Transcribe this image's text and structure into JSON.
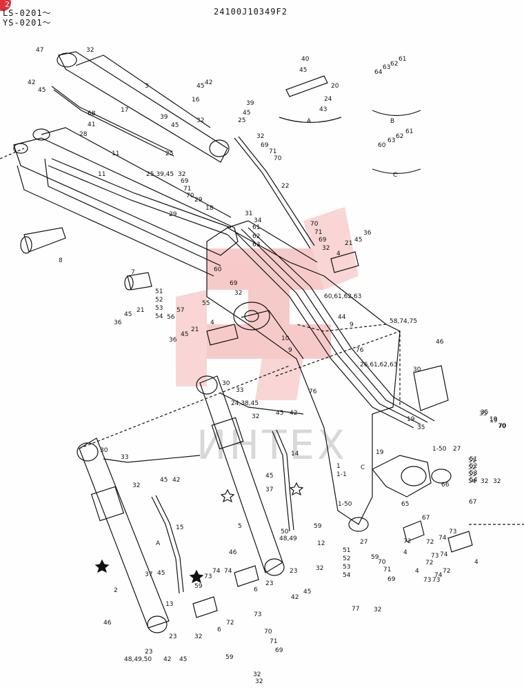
{
  "page_number": "2",
  "serial_line_1": "LS-0201～",
  "serial_line_2": "YS-0201～",
  "drawing_number": "24100J10349F2",
  "watermark": "ИНТЕХ",
  "callouts": {
    "A": "A",
    "B": "B",
    "C": "C"
  },
  "labels": [
    {
      "id": "l47",
      "t": "47"
    },
    {
      "id": "l32a",
      "t": "32"
    },
    {
      "id": "l42a",
      "t": "42"
    },
    {
      "id": "l45a",
      "t": "45"
    },
    {
      "id": "l3",
      "t": "3"
    },
    {
      "id": "l68",
      "t": "68"
    },
    {
      "id": "l41",
      "t": "41"
    },
    {
      "id": "l28",
      "t": "28"
    },
    {
      "id": "l17",
      "t": "17"
    },
    {
      "id": "l39a",
      "t": "39"
    },
    {
      "id": "l45b",
      "t": "45"
    },
    {
      "id": "l16",
      "t": "16"
    },
    {
      "id": "l45c",
      "t": "45"
    },
    {
      "id": "l42b",
      "t": "42"
    },
    {
      "id": "l39b",
      "t": "39"
    },
    {
      "id": "l45d",
      "t": "45"
    },
    {
      "id": "l25a",
      "t": "25"
    },
    {
      "id": "l32b",
      "t": "32"
    },
    {
      "id": "l25b",
      "t": "25"
    },
    {
      "id": "l11a",
      "t": "11"
    },
    {
      "id": "l11b",
      "t": "11"
    },
    {
      "id": "l253945",
      "t": "25,39,45"
    },
    {
      "id": "l32c",
      "t": "32"
    },
    {
      "id": "l69a",
      "t": "69"
    },
    {
      "id": "l71a",
      "t": "71"
    },
    {
      "id": "l70a",
      "t": "70"
    },
    {
      "id": "l29a",
      "t": "29"
    },
    {
      "id": "l18",
      "t": "18"
    },
    {
      "id": "l29b",
      "t": "29"
    },
    {
      "id": "l32d",
      "t": "32"
    },
    {
      "id": "l69b",
      "t": "69"
    },
    {
      "id": "l71b",
      "t": "71"
    },
    {
      "id": "l70b",
      "t": "70"
    },
    {
      "id": "l22",
      "t": "22"
    },
    {
      "id": "l40",
      "t": "40"
    },
    {
      "id": "l45e",
      "t": "45"
    },
    {
      "id": "l20",
      "t": "20"
    },
    {
      "id": "l24",
      "t": "24"
    },
    {
      "id": "l43",
      "t": "43"
    },
    {
      "id": "l64",
      "t": "64"
    },
    {
      "id": "l63a",
      "t": "63"
    },
    {
      "id": "l62a",
      "t": "62"
    },
    {
      "id": "l61a",
      "t": "61"
    },
    {
      "id": "l60a",
      "t": "60"
    },
    {
      "id": "l63b",
      "t": "63"
    },
    {
      "id": "l62b",
      "t": "62"
    },
    {
      "id": "l61b",
      "t": "61"
    },
    {
      "id": "l8",
      "t": "8"
    },
    {
      "id": "l31",
      "t": "31"
    },
    {
      "id": "l34",
      "t": "34"
    },
    {
      "id": "l61c",
      "t": "61"
    },
    {
      "id": "l62c",
      "t": "62"
    },
    {
      "id": "l63c",
      "t": "63"
    },
    {
      "id": "l70c",
      "t": "70"
    },
    {
      "id": "l71c",
      "t": "71"
    },
    {
      "id": "l69c",
      "t": "69"
    },
    {
      "id": "l32e",
      "t": "32"
    },
    {
      "id": "l21a",
      "t": "21"
    },
    {
      "id": "l45f",
      "t": "45"
    },
    {
      "id": "l36a",
      "t": "36"
    },
    {
      "id": "l4a",
      "t": "4"
    },
    {
      "id": "l60b",
      "t": "60"
    },
    {
      "id": "l69d",
      "t": "69"
    },
    {
      "id": "l32f",
      "t": "32"
    },
    {
      "id": "l7",
      "t": "7"
    },
    {
      "id": "l51a",
      "t": "51"
    },
    {
      "id": "l52a",
      "t": "52"
    },
    {
      "id": "l53a",
      "t": "53"
    },
    {
      "id": "l54a",
      "t": "54"
    },
    {
      "id": "l21b",
      "t": "21"
    },
    {
      "id": "l45g",
      "t": "45"
    },
    {
      "id": "l36b",
      "t": "36"
    },
    {
      "id": "l55",
      "t": "55"
    },
    {
      "id": "l57",
      "t": "57"
    },
    {
      "id": "l56",
      "t": "56"
    },
    {
      "id": "l4b",
      "t": "4"
    },
    {
      "id": "l21c",
      "t": "21"
    },
    {
      "id": "l45h",
      "t": "45"
    },
    {
      "id": "l36c",
      "t": "36"
    },
    {
      "id": "l60616263a",
      "t": "60,61,62,63"
    },
    {
      "id": "l44",
      "t": "44"
    },
    {
      "id": "l9a",
      "t": "9"
    },
    {
      "id": "l587475",
      "t": "58,74,75"
    },
    {
      "id": "l10",
      "t": "10"
    },
    {
      "id": "l9b",
      "t": "9"
    },
    {
      "id": "l76a",
      "t": "76"
    },
    {
      "id": "l26616263",
      "t": "26,61,62,63"
    },
    {
      "id": "l76b",
      "t": "76"
    },
    {
      "id": "l46a",
      "t": "46"
    },
    {
      "id": "l30a",
      "t": "30"
    },
    {
      "id": "l30b",
      "t": "30"
    },
    {
      "id": "l33a",
      "t": "33"
    },
    {
      "id": "l243845",
      "t": "24,38,45"
    },
    {
      "id": "l32g",
      "t": "32"
    },
    {
      "id": "l45i",
      "t": "45"
    },
    {
      "id": "l42c",
      "t": "42"
    },
    {
      "id": "l14",
      "t": "14"
    },
    {
      "id": "l19a",
      "t": "19"
    },
    {
      "id": "l35a",
      "t": "35"
    },
    {
      "id": "l19b",
      "t": "19"
    },
    {
      "id": "l35b",
      "t": "35"
    },
    {
      "id": "l19c",
      "t": "19"
    },
    {
      "id": "l70d",
      "t": "70"
    },
    {
      "id": "l150a",
      "t": "1-50"
    },
    {
      "id": "l27a",
      "t": "27"
    },
    {
      "id": "l1",
      "t": "1"
    },
    {
      "id": "l11",
      "t": "1-1"
    },
    {
      "id": "l51b",
      "t": "51"
    },
    {
      "id": "l52b",
      "t": "52"
    },
    {
      "id": "l53b",
      "t": "53"
    },
    {
      "id": "l54b",
      "t": "54"
    },
    {
      "id": "l32h",
      "t": "32"
    },
    {
      "id": "l66",
      "t": "66"
    },
    {
      "id": "l67a",
      "t": "67"
    },
    {
      "id": "l30c",
      "t": "30"
    },
    {
      "id": "l33b",
      "t": "33"
    },
    {
      "id": "l32i",
      "t": "32"
    },
    {
      "id": "l45j",
      "t": "45"
    },
    {
      "id": "l42d",
      "t": "42"
    },
    {
      "id": "l45k",
      "t": "45"
    },
    {
      "id": "l37a",
      "t": "37"
    },
    {
      "id": "l150b",
      "t": "1-50"
    },
    {
      "id": "l65",
      "t": "65"
    },
    {
      "id": "l67b",
      "t": "67"
    },
    {
      "id": "l15",
      "t": "15"
    },
    {
      "id": "l5",
      "t": "5"
    },
    {
      "id": "l50",
      "t": "50"
    },
    {
      "id": "l4849a",
      "t": "48,49"
    },
    {
      "id": "l59a",
      "t": "59"
    },
    {
      "id": "l12",
      "t": "12"
    },
    {
      "id": "l27b",
      "t": "27"
    },
    {
      "id": "l73a",
      "t": "73"
    },
    {
      "id": "l74a",
      "t": "74"
    },
    {
      "id": "l72a",
      "t": "72"
    },
    {
      "id": "l46b",
      "t": "46"
    },
    {
      "id": "l23a",
      "t": "23"
    },
    {
      "id": "l51c",
      "t": "51"
    },
    {
      "id": "l52c",
      "t": "52"
    },
    {
      "id": "l53c",
      "t": "53"
    },
    {
      "id": "l54c",
      "t": "54"
    },
    {
      "id": "l32j",
      "t": "32"
    },
    {
      "id": "l4c",
      "t": "4"
    },
    {
      "id": "l4d",
      "t": "4"
    },
    {
      "id": "l37b",
      "t": "37"
    },
    {
      "id": "l45l",
      "t": "45"
    },
    {
      "id": "l73b",
      "t": "73"
    },
    {
      "id": "l74b",
      "t": "74"
    },
    {
      "id": "l59b",
      "t": "59"
    },
    {
      "id": "l6a",
      "t": "6"
    },
    {
      "id": "l23b",
      "t": "23"
    },
    {
      "id": "l45m",
      "t": "45"
    },
    {
      "id": "l42e",
      "t": "42"
    },
    {
      "id": "l59c",
      "t": "59"
    },
    {
      "id": "l70e",
      "t": "70"
    },
    {
      "id": "l71d",
      "t": "71"
    },
    {
      "id": "l69e",
      "t": "69"
    },
    {
      "id": "l32k",
      "t": "32"
    },
    {
      "id": "l73c",
      "t": "73"
    },
    {
      "id": "l74c",
      "t": "74"
    },
    {
      "id": "l72b",
      "t": "72"
    },
    {
      "id": "l2",
      "t": "2"
    },
    {
      "id": "l13",
      "t": "13"
    },
    {
      "id": "l74d",
      "t": "74"
    },
    {
      "id": "l73d",
      "t": "73"
    },
    {
      "id": "l72c",
      "t": "72"
    },
    {
      "id": "l6b",
      "t": "6"
    },
    {
      "id": "l32l",
      "t": "32"
    },
    {
      "id": "l46c",
      "t": "46"
    },
    {
      "id": "l23c",
      "t": "23"
    },
    {
      "id": "l23d",
      "t": "23"
    },
    {
      "id": "l484950",
      "t": "48,49,50"
    },
    {
      "id": "l42f",
      "t": "42"
    },
    {
      "id": "l45n",
      "t": "45"
    },
    {
      "id": "l70f",
      "t": "70"
    },
    {
      "id": "l71e",
      "t": "71"
    },
    {
      "id": "l69f",
      "t": "69"
    },
    {
      "id": "l59d",
      "t": "59"
    },
    {
      "id": "l32m",
      "t": "32"
    },
    {
      "id": "l77",
      "t": "77"
    },
    {
      "id": "l32n",
      "t": "32"
    },
    {
      "id": "l72d",
      "t": "72"
    },
    {
      "id": "l73e",
      "t": "73"
    },
    {
      "id": "l74e",
      "t": "74"
    },
    {
      "id": "l72e",
      "t": "72"
    },
    {
      "id": "l4e",
      "t": "4"
    },
    {
      "id": "l73f",
      "t": "73"
    },
    {
      "id": "l51d",
      "t": "51"
    },
    {
      "id": "l52d",
      "t": "52"
    },
    {
      "id": "l53d",
      "t": "53"
    },
    {
      "id": "l54d",
      "t": "54"
    },
    {
      "id": "l32o",
      "t": "32"
    },
    {
      "id": "l35c",
      "t": "35"
    },
    {
      "id": "l19d",
      "t": "19"
    },
    {
      "id": "l70g",
      "t": "70"
    }
  ]
}
